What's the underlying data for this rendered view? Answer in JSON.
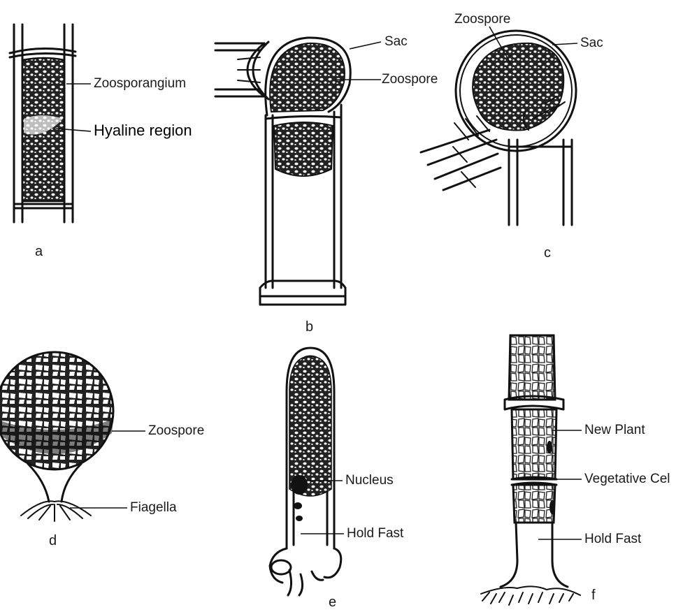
{
  "figure": {
    "panels": [
      {
        "id": "a",
        "letter": "a",
        "labels": [
          "Zoosporangium",
          "Hyaline region"
        ]
      },
      {
        "id": "b",
        "letter": "b",
        "labels": [
          "Sac",
          "Zoospore"
        ]
      },
      {
        "id": "c",
        "letter": "c",
        "labels": [
          "Zoospore",
          "Sac"
        ]
      },
      {
        "id": "d",
        "letter": "d",
        "labels": [
          "Zoospore",
          "Fiagella"
        ]
      },
      {
        "id": "e",
        "letter": "e",
        "labels": [
          "Nucleus",
          "Hold Fast"
        ]
      },
      {
        "id": "f",
        "letter": "f",
        "labels": [
          "New Plant",
          "Vegetative Cel",
          "Hold Fast"
        ]
      }
    ]
  }
}
